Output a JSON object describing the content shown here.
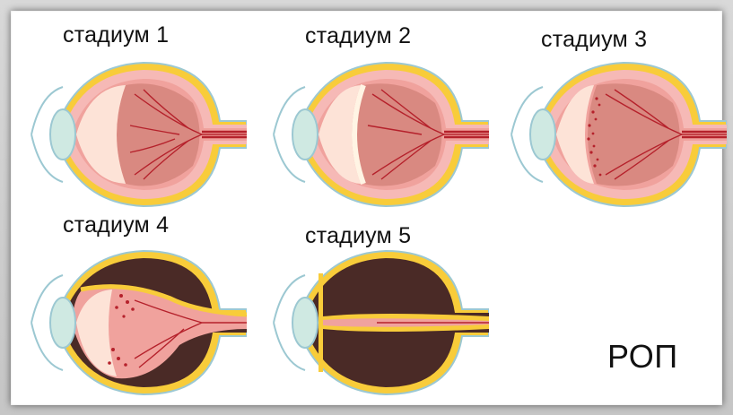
{
  "stages": [
    {
      "label": "стадиум 1"
    },
    {
      "label": "стадиум 2"
    },
    {
      "label": "стадиум 3"
    },
    {
      "label": "стадиум 4"
    },
    {
      "label": "стадиум 5"
    }
  ],
  "caption": "РОП",
  "colors": {
    "sclera": "#f6b9b6",
    "choroid": "#f0a29d",
    "retina": "#d98981",
    "fat_yellow": "#f8cc3a",
    "vessel": "#b5212b",
    "lens": "#cfe9e2",
    "detached": "#4a2a26",
    "outline": "#9cc8d2"
  }
}
